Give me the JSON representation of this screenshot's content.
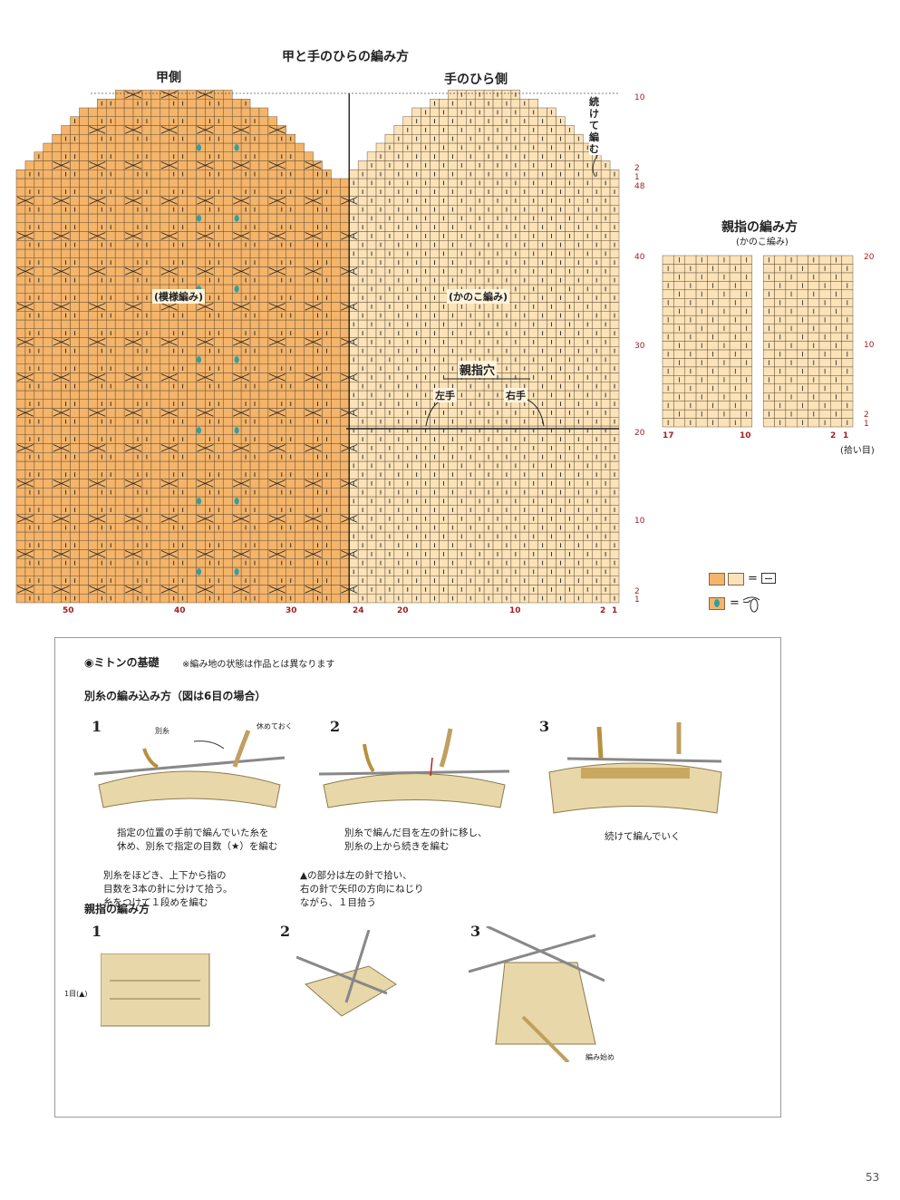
{
  "header": {
    "main_title": "甲と手のひらの編み方",
    "back_label": "甲側",
    "palm_label": "手のひら側",
    "thumb_title": "親指の編み方",
    "thumb_sub": "(かのこ編み)"
  },
  "labels": {
    "pattern": "(模様編み)",
    "kanoko": "(かのこ編み)",
    "thumb_hole": "親指穴",
    "left_hand": "左手",
    "right_hand": "右手",
    "continue": "続けて編む",
    "pickup": "(拾い目)"
  },
  "row_numbers": {
    "main": [
      "10",
      "2",
      "1",
      "48",
      "40",
      "30",
      "20",
      "10",
      "2",
      "1"
    ],
    "thumb": [
      "20",
      "10",
      "2",
      "1"
    ]
  },
  "col_numbers": {
    "main": [
      "50",
      "40",
      "30",
      "24",
      "20",
      "10",
      "2",
      "1"
    ],
    "thumb": [
      "17",
      "10",
      "2",
      "1"
    ]
  },
  "legend": {
    "eq1": "=",
    "eq2": "="
  },
  "colors": {
    "back": "#f4b46a",
    "palm": "#fbe2b8",
    "grid": "#5b4a33",
    "bead": "#2fa0a0"
  },
  "basics": {
    "title": "◉ミトンの基礎",
    "note": "※編み地の状態は作品とは異なります",
    "section1": {
      "title": "別糸の編み込み方（図は6目の場合）",
      "steps": [
        {
          "num": "1",
          "tag1": "別糸",
          "tag2": "休めておく",
          "caption": "指定の位置の手前で編んでいた糸を\n休め、別糸で指定の目数（★）を編む"
        },
        {
          "num": "2",
          "caption": "別糸で編んだ目を左の針に移し、\n別糸の上から続きを編む"
        },
        {
          "num": "3",
          "caption": "続けて編んでいく"
        }
      ]
    },
    "section2": {
      "title": "親指の編み方",
      "steps": [
        {
          "num": "1",
          "tag1": "1目(▲)",
          "caption": "別糸をほどき、上下から指の\n目数を3本の針に分けて拾う。\n糸をつけて１段めを編む"
        },
        {
          "num": "2",
          "caption": "▲の部分は左の針で拾い、\n右の針で矢印の方向にねじり\nながら、１目拾う"
        },
        {
          "num": "3",
          "tag1": "編み始め"
        }
      ]
    }
  },
  "page_number": "53"
}
